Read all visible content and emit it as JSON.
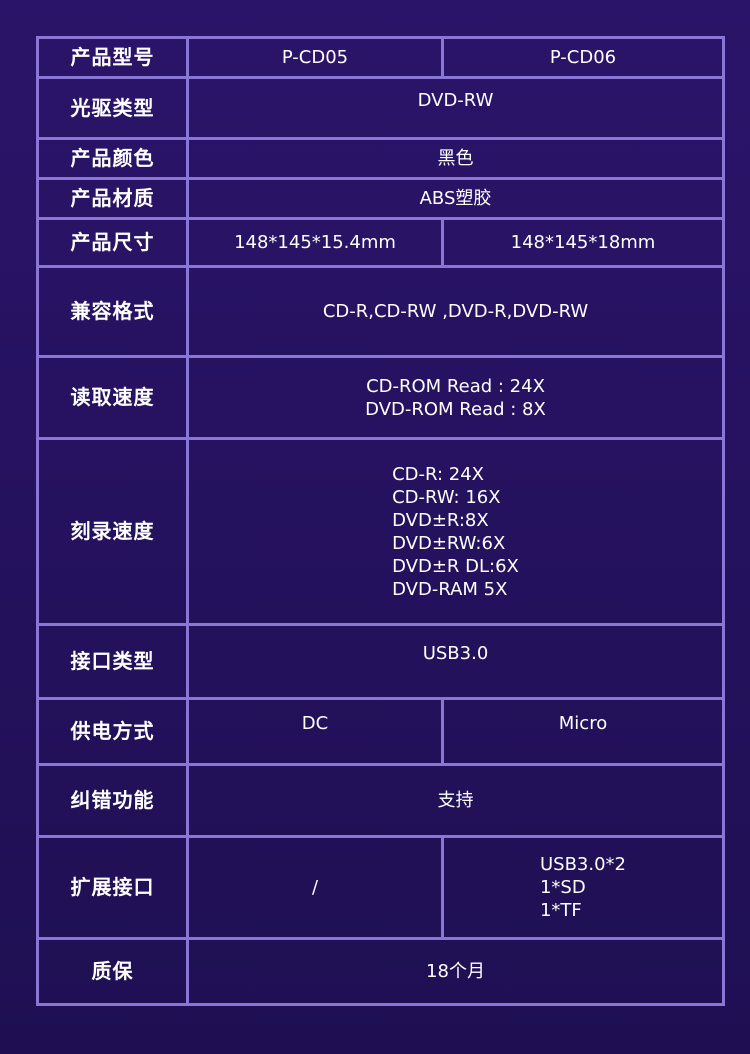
{
  "rows": {
    "model": {
      "label": "产品型号",
      "a": "P-CD05",
      "b": "P-CD06"
    },
    "drive_type": {
      "label": "光驱类型",
      "value": "DVD-RW"
    },
    "color": {
      "label": "产品颜色",
      "value": "黑色"
    },
    "material": {
      "label": "产品材质",
      "value": "ABS塑胶"
    },
    "size": {
      "label": "产品尺寸",
      "a": "148*145*15.4mm",
      "b": "148*145*18mm"
    },
    "formats": {
      "label": "兼容格式",
      "value": "CD-R,CD-RW ,DVD-R,DVD-RW"
    },
    "read_speed": {
      "label": "读取速度",
      "lines": [
        "CD-ROM Read : 24X",
        "DVD-ROM Read : 8X"
      ]
    },
    "write_speed": {
      "label": "刻录速度",
      "lines": [
        "CD-R: 24X",
        "CD-RW: 16X",
        "DVD±R:8X",
        "DVD±RW:6X",
        "DVD±R DL:6X",
        "DVD-RAM 5X"
      ]
    },
    "interface": {
      "label": "接口类型",
      "value": "USB3.0"
    },
    "power": {
      "label": "供电方式",
      "a": "DC",
      "b": "Micro"
    },
    "error_correction": {
      "label": "纠错功能",
      "value": "支持"
    },
    "expansion": {
      "label": "扩展接口",
      "a": "/",
      "b_lines": [
        "USB3.0*2",
        "1*SD",
        "1*TF"
      ]
    },
    "warranty": {
      "label": "质保",
      "value": "18个月"
    }
  },
  "colors": {
    "border": "#8a76d4",
    "background": "#2a1469",
    "text": "#ffffff"
  }
}
